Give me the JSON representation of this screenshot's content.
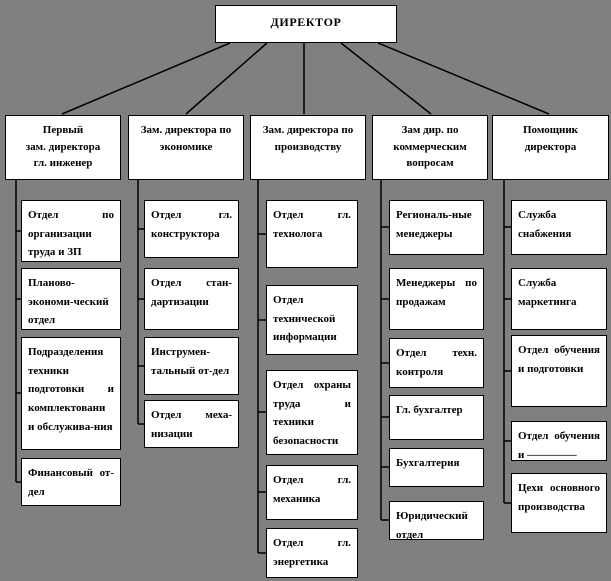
{
  "colors": {
    "background": "#808080",
    "box_fill": "#ffffff",
    "box_border": "#000000",
    "connector_line": "#000000"
  },
  "root": {
    "label": "ДИРЕКТОР"
  },
  "branches": [
    {
      "label": "Первый\nзам. директора\nгл. инженер",
      "children": [
        "Отдел по организации труда и ЗП",
        "Планово-экономи-ческий отдел",
        "Подразделения техники подготовки и комплектовани и обслужива-ния",
        "Финансовый от-дел"
      ]
    },
    {
      "label": "Зам. директора по\nэкономике",
      "children": [
        "Отдел гл. конструктора",
        "Отдел стан-дартизации",
        "Инструмен-тальный от-дел",
        "Отдел меха-низации"
      ]
    },
    {
      "label": "Зам. директора по\nпроизводству",
      "children": [
        "Отдел гл. технолога",
        "Отдел технической информации",
        "Отдел охраны труда и техники безопасности",
        "Отдел гл. механика",
        "Отдел гл. энергетика"
      ]
    },
    {
      "label": "Зам дир. по\nкоммерческим\nвопросам",
      "children": [
        "Региональ-ные менеджеры",
        "Менеджеры по продажам",
        "Отдел техн. контроля",
        "Гл. бухгалтер",
        "Бухгалтерия",
        "Юридический отдел"
      ]
    },
    {
      "label": "Помощник\nдиректора",
      "children": [
        "Служба снабжения",
        "Служба маркетинга",
        "Отдел обучения и подготовки",
        "Отдел обучения и –––––––––",
        "Цехи основного производства"
      ]
    }
  ]
}
